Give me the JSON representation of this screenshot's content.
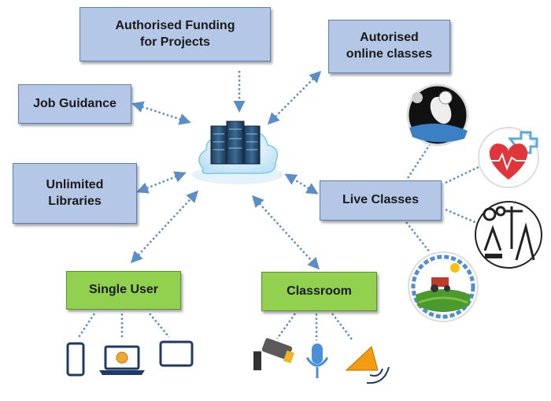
{
  "nodes": {
    "funding": "Authorised Funding\nfor Projects",
    "online": "Autorised\nonline classes",
    "job": "Job Guidance",
    "libraries": "Unlimited\nLibraries",
    "live": "Live Classes",
    "single_user": "Single User",
    "classroom": "Classroom"
  },
  "icons": {
    "center": "cloud-server-icon",
    "live_classes": [
      "astronaut-space-icon",
      "medical-heart-icon",
      "engineering-tools-icon",
      "agriculture-icon"
    ],
    "single_user_devices": [
      "smartphone-icon",
      "laptop-icon",
      "tablet-icon"
    ],
    "classroom_devices": [
      "cctv-camera-icon",
      "microphone-icon",
      "speaker-icon"
    ]
  },
  "colors": {
    "box_blue": "#b4c7e7",
    "box_green": "#92d050",
    "connector": "#5b8ec9"
  }
}
